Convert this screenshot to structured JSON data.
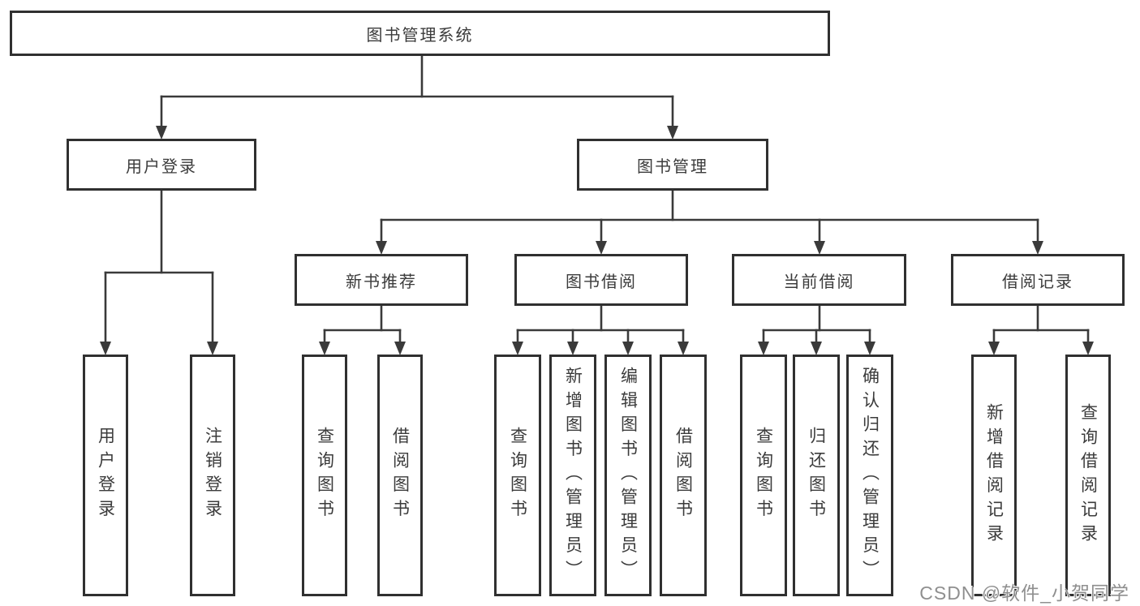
{
  "tree": {
    "label": "图书管理系统",
    "children": [
      {
        "label": "用户登录",
        "children": [
          {
            "label": "用户登录"
          },
          {
            "label": "注销登录"
          }
        ]
      },
      {
        "label": "图书管理",
        "children": [
          {
            "label": "新书推荐",
            "children": [
              {
                "label": "查询图书"
              },
              {
                "label": "借阅图书"
              }
            ]
          },
          {
            "label": "图书借阅",
            "children": [
              {
                "label": "查询图书"
              },
              {
                "label": "新增图书（管理员）"
              },
              {
                "label": "编辑图书（管理员）"
              },
              {
                "label": "借阅图书"
              }
            ]
          },
          {
            "label": "当前借阅",
            "children": [
              {
                "label": "查询图书"
              },
              {
                "label": "归还图书"
              },
              {
                "label": "确认归还（管理员）"
              }
            ]
          },
          {
            "label": "借阅记录",
            "children": [
              {
                "label": "新增借阅记录"
              },
              {
                "label": "查询借阅记录"
              }
            ]
          }
        ]
      }
    ]
  },
  "watermark": {
    "text": "CSDN @软件_小贺同学"
  },
  "colors": {
    "background": "#ffffff",
    "box_border": "#303030",
    "connector_line": "#3a3a3a",
    "text": "#3b3b3b",
    "watermark_text": "#8f8f8f"
  }
}
